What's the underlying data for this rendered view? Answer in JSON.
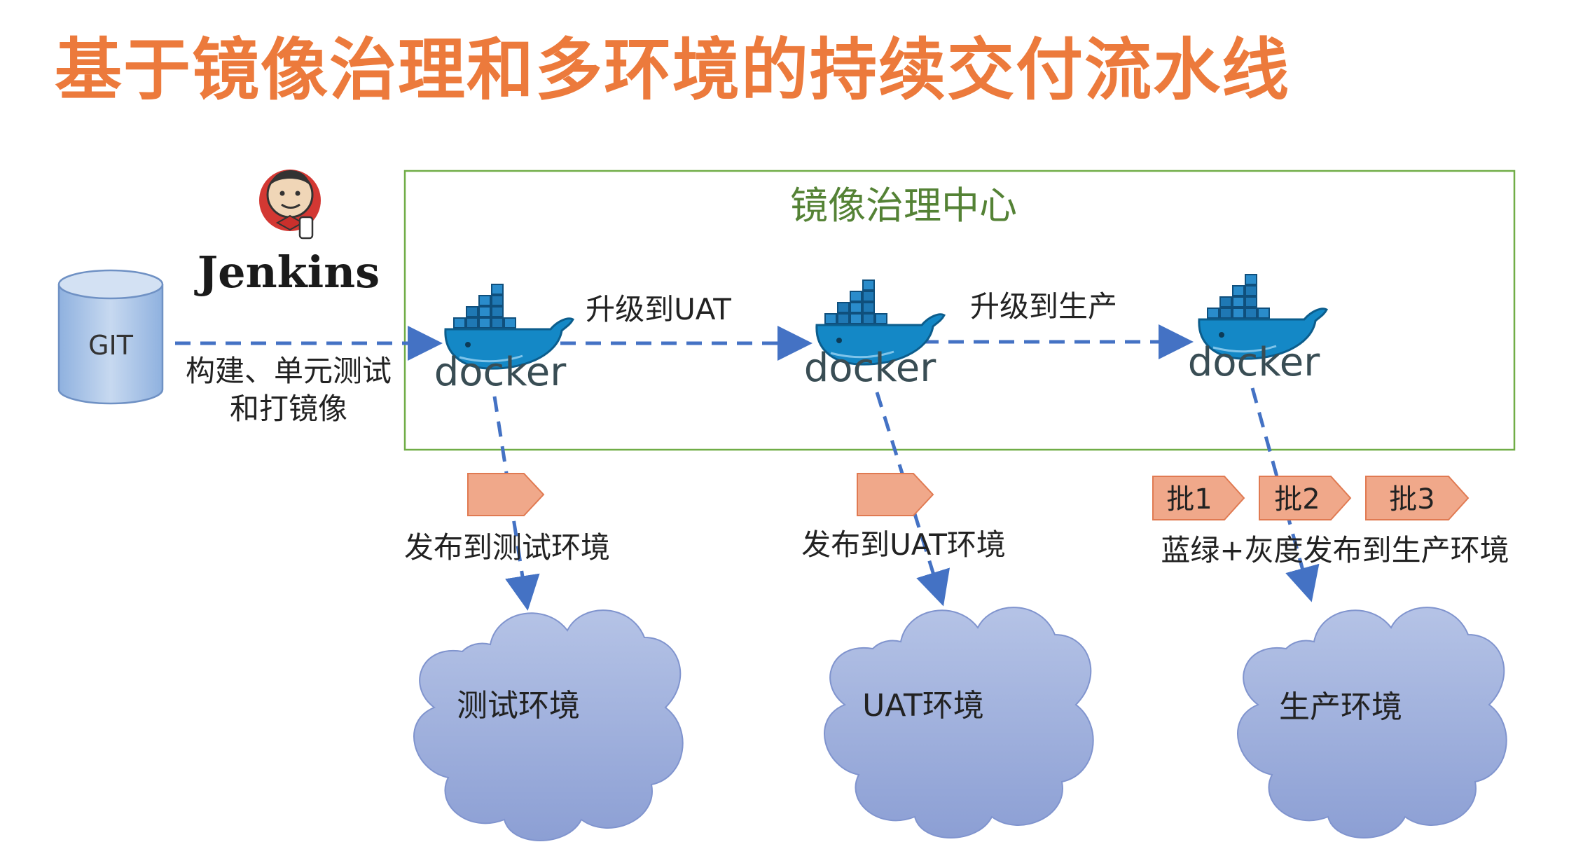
{
  "title": "基于镜像治理和多环境的持续交付流水线",
  "registry_center": {
    "label": "镜像治理中心"
  },
  "source": {
    "label": "GIT"
  },
  "ci_tool": {
    "name": "Jenkins"
  },
  "build_step": {
    "line1": "构建、单元测试",
    "line2": "和打镜像"
  },
  "docker_nodes": [
    {
      "logo_text": "docker"
    },
    {
      "logo_text": "docker"
    },
    {
      "logo_text": "docker"
    }
  ],
  "promotions": [
    {
      "label": "升级到UAT"
    },
    {
      "label": "升级到生产"
    }
  ],
  "deploy_steps": [
    {
      "label": "发布到测试环境"
    },
    {
      "label": "发布到UAT环境"
    },
    {
      "label": "蓝绿+灰度发布到生产环境"
    }
  ],
  "batches": [
    "批1",
    "批2",
    "批3"
  ],
  "environments": [
    {
      "label": "测试环境"
    },
    {
      "label": "UAT环境"
    },
    {
      "label": "生产环境"
    }
  ],
  "colors": {
    "title": "#ec7a3c",
    "registry_border": "#70ad47",
    "registry_label": "#548235",
    "arrow": "#4472c4",
    "docker_blue": "#1488c6",
    "docker_text": "#394d54",
    "cloud": "#a5b4dd",
    "chevron": "#f0a88a"
  }
}
